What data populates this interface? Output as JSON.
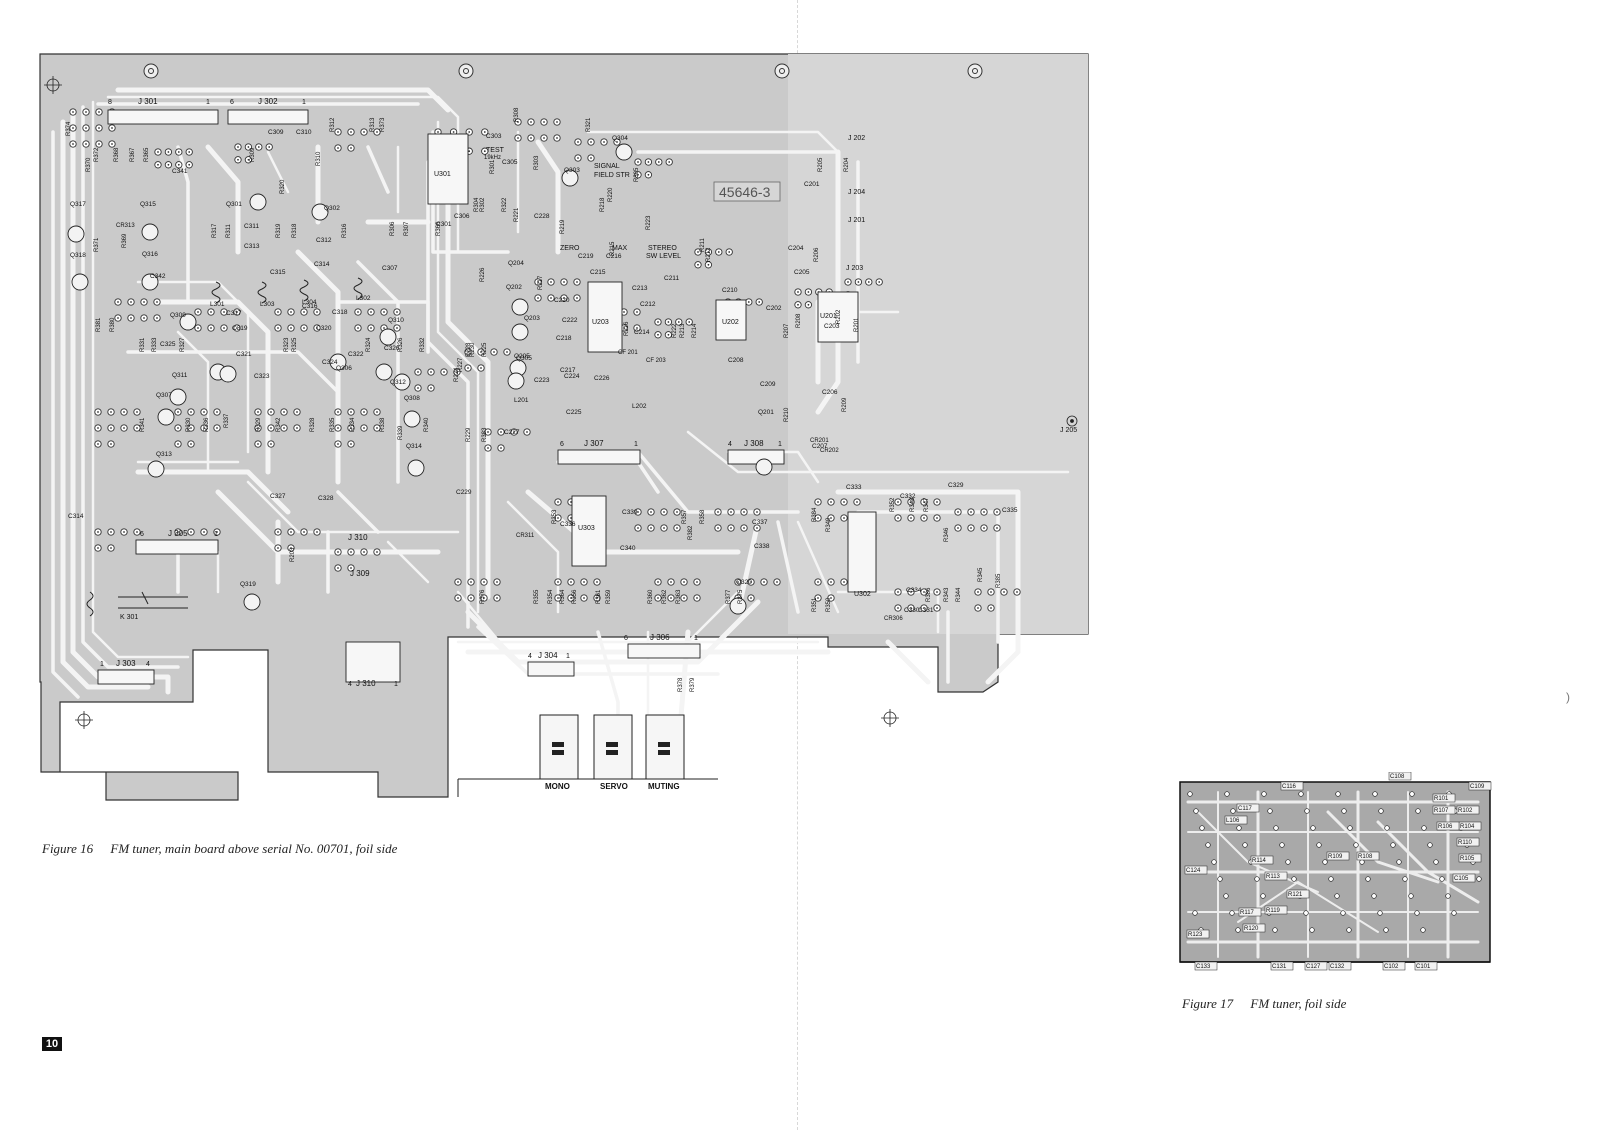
{
  "page_number": "10",
  "figure16": {
    "number": "Figure 16",
    "title": "FM tuner, main board above serial No. 00701, foil side",
    "part_number": "45646-3",
    "switch_labels": [
      "MONO",
      "SERVO",
      "MUTING"
    ],
    "connectors": {
      "j301": "J 301",
      "j302": "J 302",
      "j303": "J 303",
      "j304": "J 304",
      "j305": "J 305",
      "j306": "J 306",
      "j307": "J 307",
      "j308": "J 308",
      "j309": "J 309",
      "j310": "J 310",
      "j310b": "J 310",
      "j201": "J 201",
      "j202": "J 202",
      "j203": "J 203",
      "j204": "J 204",
      "j205": "J 205"
    },
    "pin_numbers": {
      "j301_left": "8",
      "j301_right": "1",
      "j302_left": "6",
      "j302_right": "1",
      "j303_left": "1",
      "j303_right": "4",
      "j304_left": "4",
      "j304_right": "1",
      "j305_left": "6",
      "j305_right": "1",
      "j306_left": "6",
      "j306_right": "1",
      "j307_left": "6",
      "j307_right": "1",
      "j308_left": "4",
      "j308_right": "1",
      "j310b_left": "4",
      "j310b_right": "1"
    },
    "ics": {
      "u301": "U301",
      "u302": "U302",
      "u303": "U303",
      "u201": "U201",
      "u202": "U202",
      "u203": "U203"
    },
    "transistors": {
      "q301": "Q301",
      "q302": "Q302",
      "q303": "Q303",
      "q304": "Q304",
      "q305": "Q305",
      "q306": "Q306",
      "q307": "Q307",
      "q308": "Q308",
      "q309": "Q309",
      "q310": "Q310",
      "q311": "Q311",
      "q312": "Q312",
      "q313": "Q313",
      "q314": "Q314",
      "q315": "Q315",
      "q316": "Q316",
      "q317": "Q317",
      "q318": "Q318",
      "q319": "Q319",
      "q320": "Q320",
      "q201": "Q201",
      "q202": "Q202",
      "q203": "Q203",
      "q204": "Q204",
      "q205": "Q205"
    },
    "resistors": {
      "r370": "R370",
      "r372": "R372",
      "r374": "R374",
      "r368": "R368",
      "r367": "R367",
      "r365": "R365",
      "r371": "R371",
      "r369": "R369",
      "r309": "R309",
      "r317": "R317",
      "r311": "R311",
      "r319": "R319",
      "r318": "R318",
      "r310": "R310",
      "r316": "R316",
      "r312": "R312",
      "r313": "R313",
      "r320": "R320",
      "r381": "R381",
      "r380": "R380",
      "r331": "R331",
      "r333": "R333",
      "r327": "R327",
      "r323": "R323",
      "r325": "R325",
      "r324": "R324",
      "r326": "R326",
      "r332": "R332",
      "r341": "R341",
      "r330": "R330",
      "r336": "R336",
      "r329": "R329",
      "r342": "R342",
      "r328": "R328",
      "r335": "R335",
      "r338": "R338",
      "r340": "R340",
      "r305": "R305",
      "r304": "R304",
      "r303": "R303",
      "r321": "R321",
      "r322": "R322",
      "r301": "R301",
      "r302": "R302",
      "r306": "R306",
      "r307": "R307",
      "r308": "R308",
      "r339": "R339",
      "r337": "R337",
      "r334": "R334",
      "r343": "R343",
      "r344": "R344",
      "r345": "R345",
      "r346": "R346",
      "r347": "R347",
      "r348": "R348",
      "r349": "R349",
      "r350": "R350",
      "r351": "R351",
      "r352": "R352",
      "r353": "R353",
      "r354": "R354",
      "r355": "R355",
      "r356": "R356",
      "r357": "R357",
      "r358": "R358",
      "r359": "R359",
      "r360": "R360",
      "r361": "R361",
      "r362": "R362",
      "r363": "R363",
      "r364": "R364",
      "r366": "R366",
      "r373": "R373",
      "r375": "R375",
      "r376": "R376",
      "r377": "R377",
      "r378": "R378",
      "r379": "R379",
      "r382": "R382",
      "r383": "R383",
      "r384": "R384",
      "r385": "R385",
      "r386": "R386",
      "r201": "R201",
      "r202": "R202",
      "r203": "R203",
      "r204": "R204",
      "r205": "R205",
      "r206": "R206",
      "r207": "R207",
      "r208": "R208",
      "r209": "R209",
      "r210": "R210",
      "r211": "R211",
      "r212": "R212",
      "r213": "R213",
      "r214": "R214",
      "r215": "R215",
      "r216": "R216",
      "r217": "R217",
      "r218": "R218",
      "r219": "R219",
      "r220": "R220",
      "r221": "R221",
      "r222": "R222",
      "r223": "R223",
      "r224": "R224",
      "r225": "R225",
      "r226": "R226",
      "r227": "R227",
      "r228": "R228",
      "r229": "R229",
      "r230": "R230"
    },
    "capacitors": {
      "c341": "C341",
      "c342": "C342",
      "c309": "C309",
      "c310": "C310",
      "c311": "C311",
      "c313": "C313",
      "c312": "C312",
      "c314": "C314",
      "c315": "C315",
      "c316": "C316",
      "c317": "C317",
      "c319": "C319",
      "c318": "C318",
      "c320": "C320",
      "c321": "C321",
      "c322": "C322",
      "c323": "C323",
      "c324": "C324",
      "c325": "C325",
      "c326": "C326",
      "c327": "C327",
      "c328": "C328",
      "c314b": "C314",
      "c301": "C301",
      "c303": "C303",
      "c305": "C305",
      "c306": "C306",
      "c307": "C307",
      "c229": "C229",
      "c227": "C227",
      "c228": "C228",
      "c201": "C201",
      "c204": "C204",
      "c205": "C205",
      "c206": "C206",
      "c207": "C207",
      "c208": "C208",
      "c209": "C209",
      "c210": "C210",
      "c211": "C211",
      "c212": "C212",
      "c213": "C213",
      "c214": "C214",
      "c215": "C215",
      "c216": "C216",
      "c217": "C217",
      "c218": "C218",
      "c219": "C219",
      "c220": "C220",
      "c222": "C222",
      "c223": "C223",
      "c224": "C224",
      "c225": "C225",
      "c226": "C226",
      "c202": "C202",
      "c203": "C203",
      "c329": "C329",
      "c330": "C330",
      "c331": "C331",
      "c332": "C332",
      "c333": "C333",
      "c334": "C334",
      "c335": "C335",
      "c336": "C336",
      "c337": "C337",
      "c338": "C338",
      "c339": "C339",
      "c340": "C340"
    },
    "misc": {
      "l301": "L301",
      "l302": "L302",
      "l303": "L303",
      "l304": "L304",
      "l201": "L201",
      "l202": "L202",
      "k301": "K 301",
      "cr313": "CR313",
      "cr311": "CR311",
      "cr312": "CR312",
      "cr306": "CR306",
      "cr301": "CR301",
      "cr201": "CR201",
      "cr202": "CR202",
      "cf201": "CF 201",
      "cf203": "CF 203",
      "test": "TEST",
      "test_freq": "19kHz",
      "signal": "SIGNAL",
      "field_str": "FIELD STR",
      "zero": "ZERO",
      "max": "MAX",
      "stereo": "STEREO",
      "sw_level": "SW LEVEL"
    }
  },
  "figure17": {
    "number": "Figure 17",
    "title": "FM tuner, foil side",
    "labels": {
      "c108": "C108",
      "c109": "C109",
      "c116": "C116",
      "c117": "C117",
      "c124": "C124",
      "c133": "C133",
      "c131": "C131",
      "c127": "C127",
      "c132": "C132",
      "c102": "C102",
      "c101": "C101",
      "c105": "C105",
      "l106": "L106",
      "r101": "R101",
      "r102": "R102",
      "r104": "R104",
      "r105": "R105",
      "r106": "R106",
      "r107": "R107",
      "r108": "R108",
      "r109": "R109",
      "r110": "R110",
      "r113": "R113",
      "r114": "R114",
      "r117": "R117",
      "r119": "R119",
      "r120": "R120",
      "r121": "R121",
      "r123": "R123"
    }
  },
  "colors": {
    "board_fill": "#cacaca",
    "trace": "#f4f4f4",
    "ink": "#1b1b1b"
  }
}
